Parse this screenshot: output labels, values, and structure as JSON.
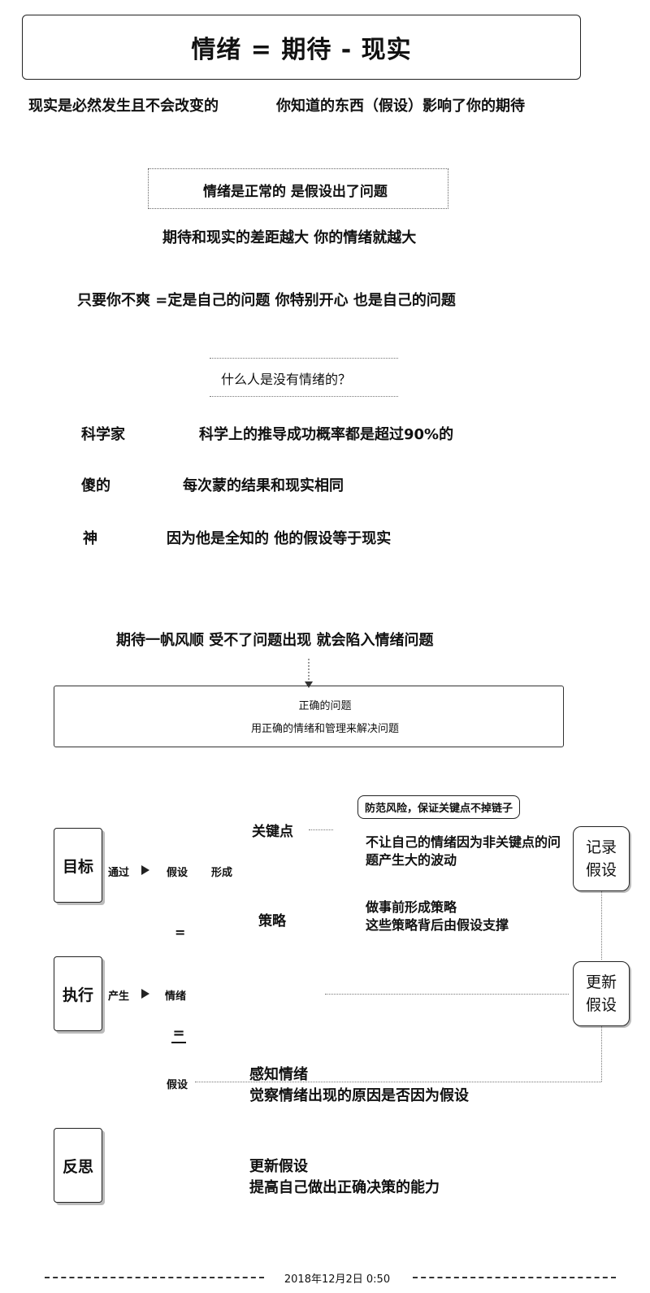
{
  "title": "情绪 = 期待 - 现实",
  "intro": {
    "left": "现实是必然发生且不会改变的",
    "right": "你知道的东西（假设）影响了你的期待"
  },
  "normal_box": "情绪是正常的  是假设出了问题",
  "gap_line": "期待和现实的差距越大  你的情绪就越大",
  "problem_line": "只要你不爽  =定是自己的问题  你特别开心  也是自己的问题",
  "question_box": "什么人是没有情绪的？",
  "people": [
    {
      "who": "科学家",
      "why": "科学上的推导成功概率都是超过90%的"
    },
    {
      "who": "傻的",
      "why": "每次蒙的结果和现实相同"
    },
    {
      "who": "神",
      "why": "因为他是全知的  他的假设等于现实"
    }
  ],
  "smooth_line": "期待一帆风顺  受不了问题出现  就会陷入情绪问题",
  "solve_box": {
    "line1": "正确的问题",
    "line2": "用正确的情绪和管理来解决问题"
  },
  "note": "防范风险，保证关键点不掉链子",
  "flow": {
    "goal": "目标",
    "execute": "执行",
    "reflect": "反思",
    "through_label": "通过",
    "assume_label": "假设",
    "form_label": "形成",
    "produce_label": "产生",
    "emotion_label": "情绪",
    "check_label": "假设",
    "eq1": "=",
    "eq2": "=",
    "key_point": "关键点",
    "key_desc": "不让自己的情绪因为非关键点的问题产生大的波动",
    "strategy": "策略",
    "strategy_desc": "做事前形成策略\n这些策略背后由假设支撑",
    "perceive": "感知情绪",
    "perceive_desc": "觉察情绪出现的原因是否因为假设",
    "update": "更新假设",
    "update_desc": "提高自己做出正确决策的能力",
    "record_box": "记录\n假设",
    "update_box": "更新\n假设"
  },
  "footer": "2018年12月2日 0:50"
}
